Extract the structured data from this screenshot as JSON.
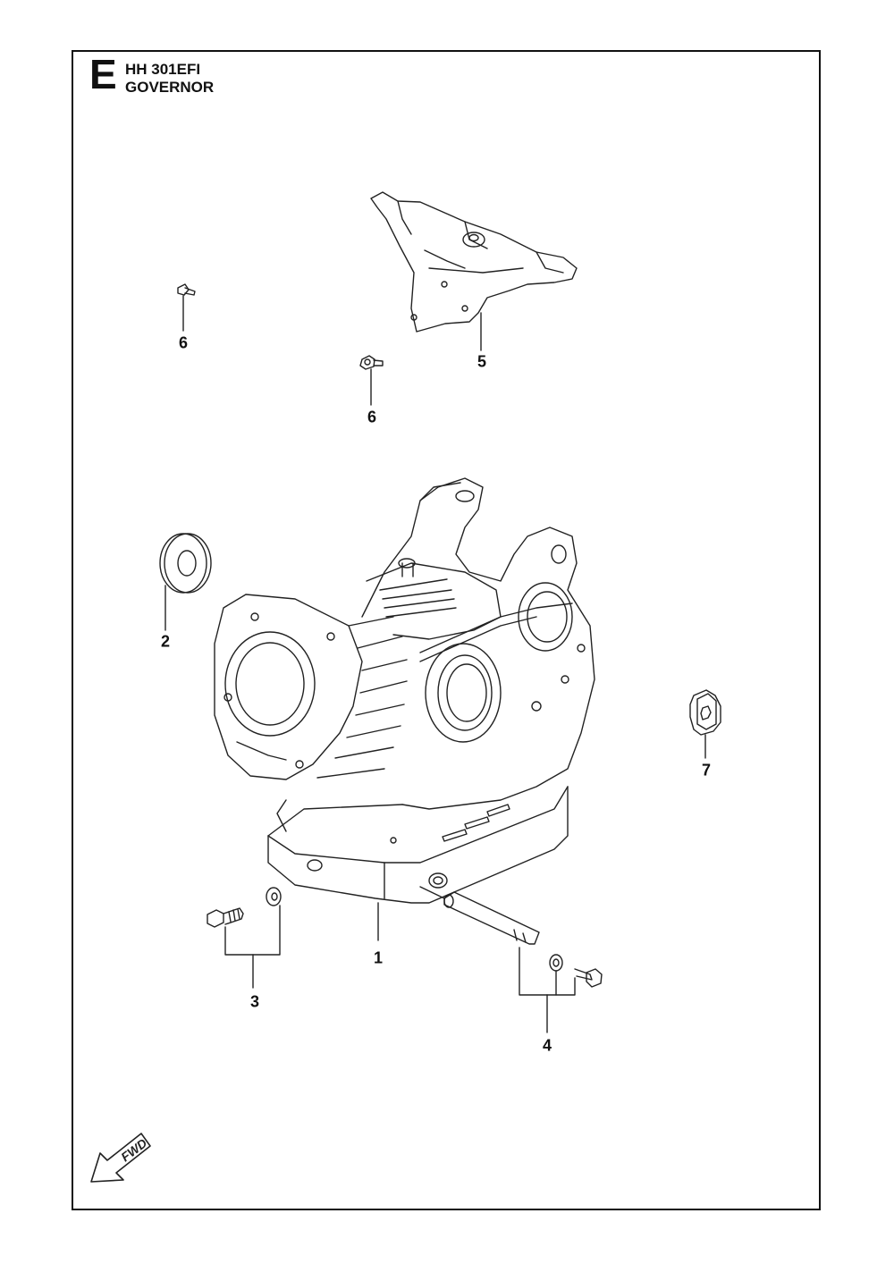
{
  "header": {
    "section_letter": "E",
    "model": "HH 301EFI",
    "section_name": "GOVERNOR"
  },
  "callouts": {
    "c1": "1",
    "c2": "2",
    "c3": "3",
    "c4": "4",
    "c5": "5",
    "c6a": "6",
    "c6b": "6",
    "c7": "7"
  },
  "fwd_label": "FWD"
}
